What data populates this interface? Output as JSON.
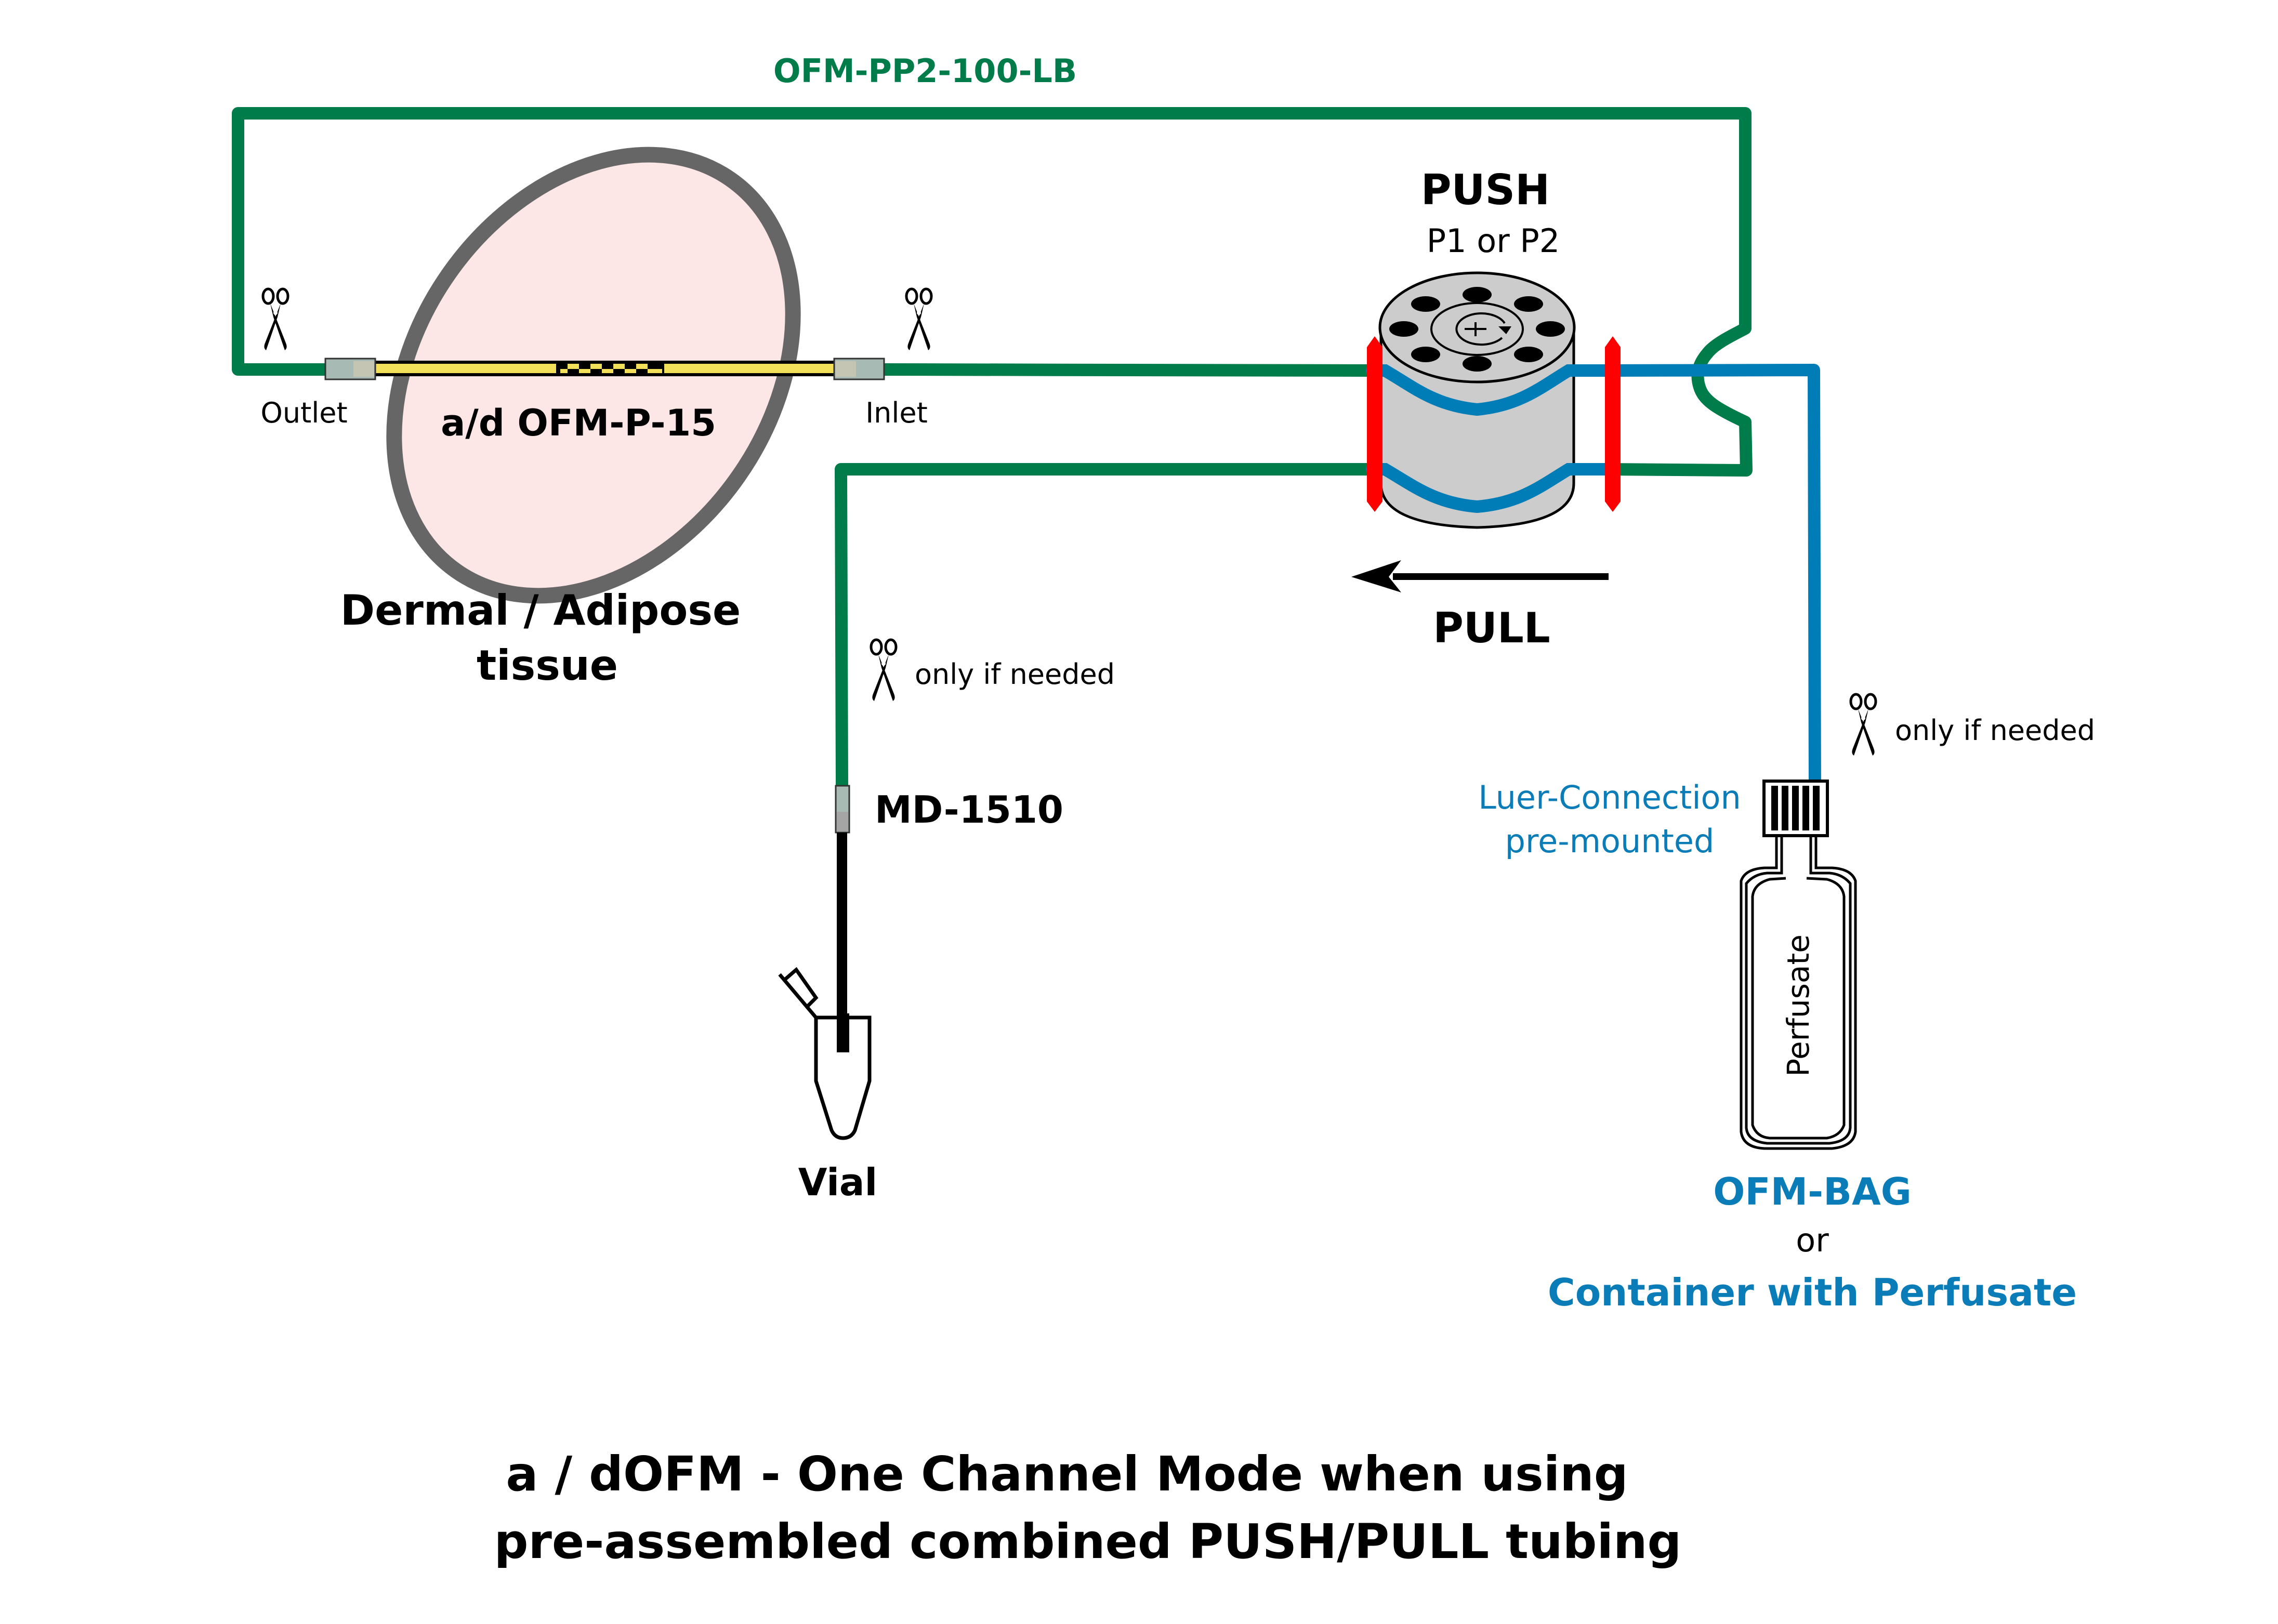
{
  "colors": {
    "green_tube": "#007c4a",
    "blue_tube": "#007db7",
    "red_clamp": "#ff0000",
    "pump_body": "#cccccc",
    "tissue_fill": "#fde6e6",
    "tissue_border": "#666666",
    "probe_yellow": "#f3e05a",
    "connector": "#a8bab4",
    "text_blue": "#0a7db8",
    "text_green": "#007c4a"
  },
  "labels": {
    "tubing_name": "OFM-PP2-100-LB",
    "outlet": "Outlet",
    "inlet": "Inlet",
    "probe_name": "a/d OFM-P-15",
    "tissue_line1": "Dermal / Adipose",
    "tissue_line2": "tissue",
    "push_title": "PUSH",
    "push_sub": "P1 or P2",
    "pull_title": "PULL",
    "cut_note_left": "only if needed",
    "cut_note_right": "only if needed",
    "md_connector": "MD-1510",
    "vial": "Vial",
    "luer_line1": "Luer-Connection",
    "luer_line2": "pre-mounted",
    "bag_content": "Perfusate",
    "bag_name": "OFM-BAG",
    "or_text": "or",
    "container_text": "Container with Perfusate"
  },
  "caption": {
    "line1": "a / dOFM - One Channel Mode when using",
    "line2": "pre-assembled combined PUSH/PULL tubing"
  }
}
